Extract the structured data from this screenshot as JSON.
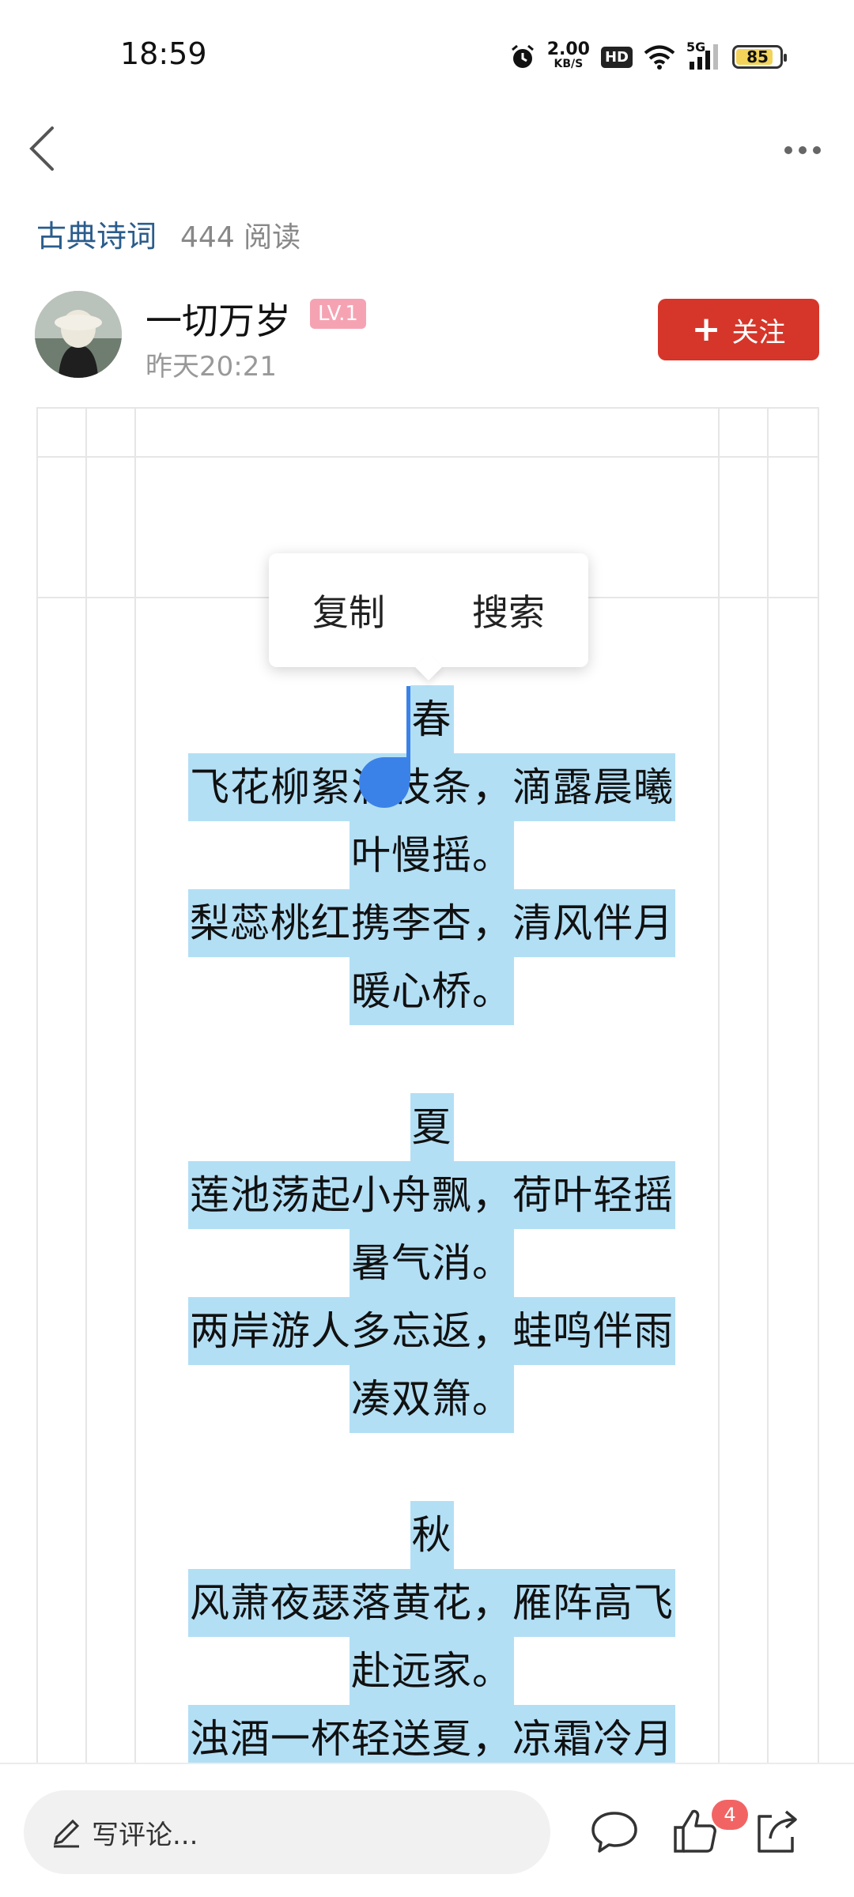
{
  "status_bar": {
    "time": "18:59",
    "net_speed_value": "2.00",
    "net_speed_unit": "KB/S",
    "hd": "HD",
    "signal_label": "5G",
    "battery": "85",
    "battery_level": 0.85
  },
  "article": {
    "category": "古典诗词",
    "reads": "444 阅读"
  },
  "author": {
    "name": "一切万岁",
    "level": "LV.1",
    "time": "昨天20:21",
    "follow_label": "关注"
  },
  "context_menu": {
    "copy": "复制",
    "search": "搜索"
  },
  "poem": {
    "spring_title": "春",
    "spring_1a": "飞花柳絮满枝条，滴露晨曦",
    "spring_1b": "叶慢摇。",
    "spring_2a": "梨蕊桃红携李杏，清风伴月",
    "spring_2b": "暖心桥。",
    "summer_title": "夏",
    "summer_1a": "莲池荡起小舟飘，荷叶轻摇",
    "summer_1b": "暑气消。",
    "summer_2a": "两岸游人多忘返，蛙鸣伴雨",
    "summer_2b": "凑双箫。",
    "autumn_title": "秋",
    "autumn_1a": "风萧夜瑟落黄花，雁阵高飞",
    "autumn_1b": "赴远家。",
    "autumn_2a": "浊酒一杯轻送夏，凉霜冷月"
  },
  "bottom_bar": {
    "comment_placeholder": "写评论...",
    "like_count": "4"
  },
  "colors": {
    "highlight": "#b3dff5",
    "follow_button": "#d6362a",
    "category": "#2a5d8c",
    "level_badge": "#f5a3b3",
    "selection": "#3b82e8"
  }
}
